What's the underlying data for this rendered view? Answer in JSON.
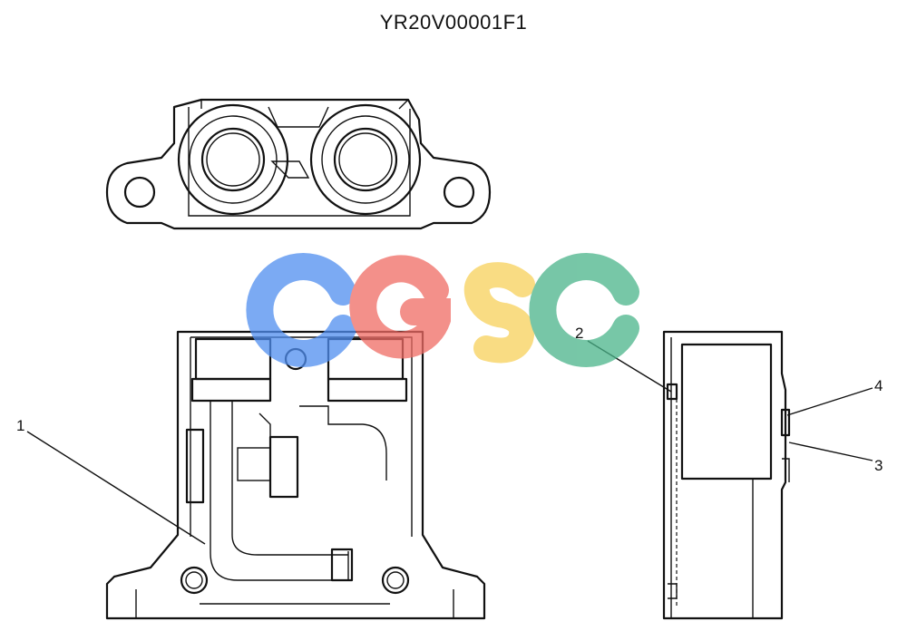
{
  "title": "YR20V00001F1",
  "callouts": {
    "c1": "1",
    "c2": "2",
    "c3": "3",
    "c4": "4"
  },
  "watermark": {
    "text": "CGSC",
    "colors": [
      "#4f8ef0",
      "#ef6b64",
      "#f7d15a",
      "#4ab48a"
    ]
  }
}
